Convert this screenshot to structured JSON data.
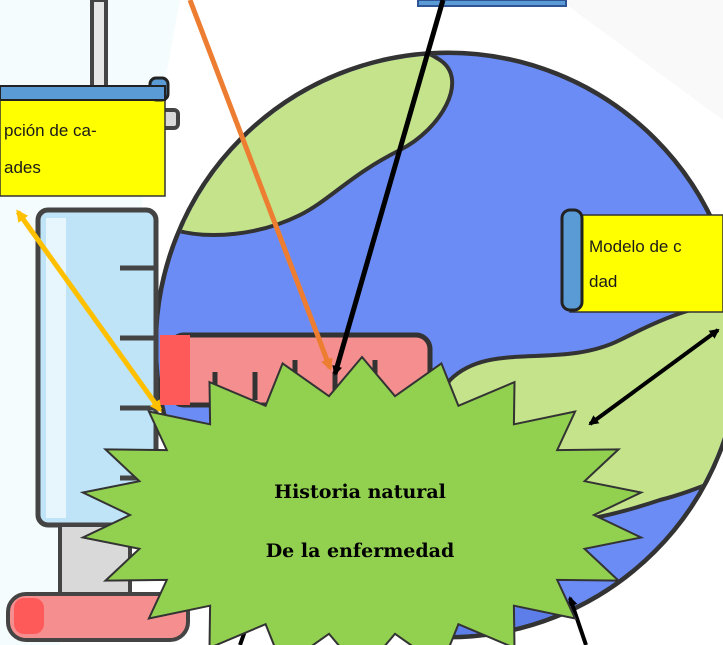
{
  "diagram": {
    "center_label": {
      "line1": "Historia natural",
      "line2": "De la enfermedad"
    },
    "left_box": {
      "line1": "pción de ca-",
      "line2": "ades"
    },
    "right_box": {
      "line1": "Modelo de c",
      "line2": "dad"
    }
  },
  "colors": {
    "box_fill": "#ffff00",
    "burst_fill": "#92d050",
    "globe_ocean": "#6b8cf5",
    "globe_land": "#c4e38a",
    "syringe_barrel": "#bfe3f7",
    "syringe_red": "#f58f8f",
    "arrow_orange": "#ed7d31",
    "arrow_gold": "#ffc000",
    "arrow_black": "#000000"
  }
}
